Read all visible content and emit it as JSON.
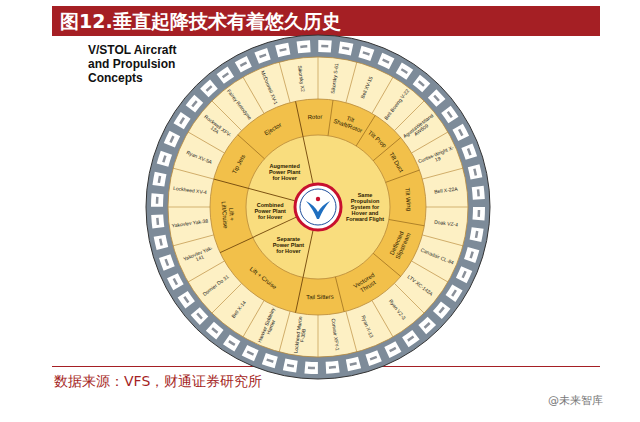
{
  "diagram": {
    "title": "图12.垂直起降技术有着悠久历史",
    "caption": "数据来源：VFS，财通证券研究所",
    "nodes": [
      {
        "text": [
          "Augmented Power Plant for Hover"
        ]
      },
      {
        "text": [
          "Combined Power Plant for Hover"
        ]
      },
      {
        "text": [
          "Separate Power Plant for Hover"
        ]
      },
      {
        "text": [
          "Same Propulsion System for Hover and Forward Flight"
        ]
      },
      {
        "text": [
          "Ejector"
        ]
      },
      {
        "text": [
          "Tip Jets"
        ]
      },
      {
        "text": [
          "Lift + Lift/Cruise"
        ]
      },
      {
        "text": [
          "Lift + Cruise"
        ]
      },
      {
        "text": [
          "Tail Sitters"
        ]
      },
      {
        "text": [
          "Vectored Thrust"
        ]
      },
      {
        "text": [
          "Deflected Slipstream"
        ]
      },
      {
        "text": [
          "Tilt Wing"
        ]
      },
      {
        "text": [
          "Tilt Duct"
        ]
      },
      {
        "text": [
          "Tilt Prop"
        ]
      },
      {
        "text": [
          "Tilt Shaft/Rotor"
        ]
      },
      {
        "text": [
          "Rotor"
        ]
      }
    ],
    "labels": [
      "V/STOL Aircraft and Propulsion Concepts",
      "Sikorsky S-61",
      "Bell XV-15",
      "Bell Boeing V-22",
      "AgustaWestland AW609",
      "Curtiss-Wright X-19",
      "Bell X-22A",
      "Doak VZ-4",
      "Canadair CL-84",
      "LTV XC-142A",
      "Ryan VZ-3",
      "Ryan X-13",
      "Convair XFY-1",
      "Lockheed Martin F-35B",
      "Hawker Siddeley Harrier",
      "Bell X-14",
      "Dornier Do 31",
      "Yakovlev Yak-141",
      "Yakovlev Yak-38",
      "Lockheed XV-4",
      "Ryan XV-5A",
      "Rockwell XFV-12A",
      "Fairey Rotodyne",
      "McDonnell XV-1",
      "Sikorsky X2",
      "@未来智库"
    ]
  }
}
